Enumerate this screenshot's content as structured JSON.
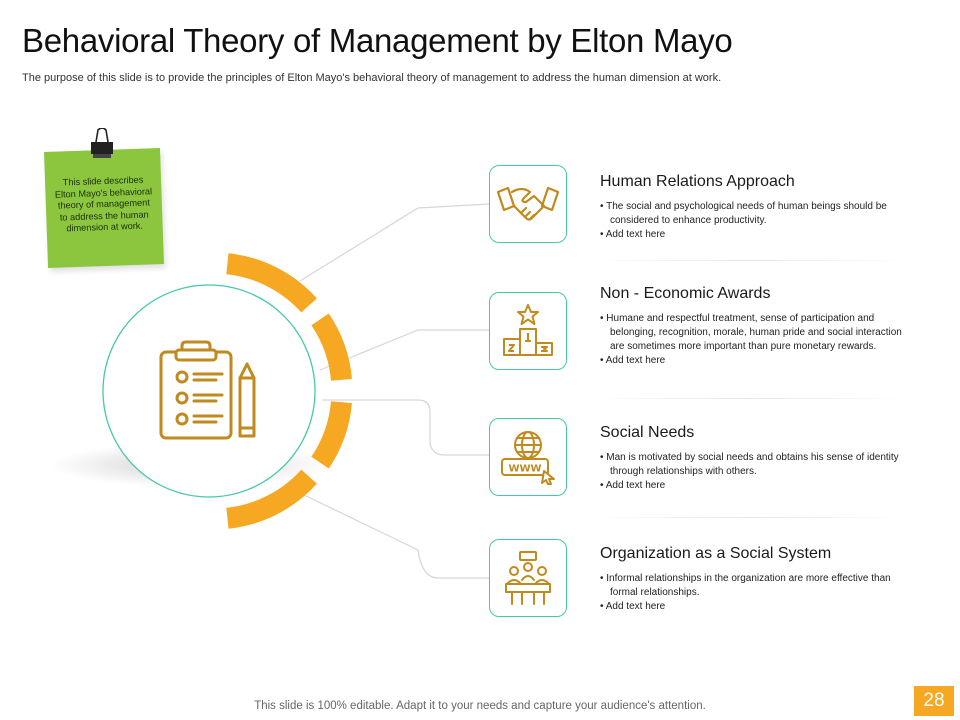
{
  "title": "Behavioral Theory of Management by Elton Mayo",
  "subtitle": "The purpose of this slide is to provide the principles of Elton Mayo's behavioral theory of management to address the human dimension at work.",
  "sticky_note": "This slide describes Elton Mayo's behavioral theory of management to address the human dimension at work.",
  "center_icon": "clipboard-checklist-pencil-icon",
  "items": [
    {
      "title": "Human Relations Approach",
      "icon": "handshake-icon",
      "bullets": [
        "The social and psychological needs of human beings should be considered to enhance productivity.",
        "Add text here"
      ]
    },
    {
      "title": "Non - Economic Awards",
      "icon": "podium-star-icon",
      "bullets": [
        "Humane and respectful treatment, sense of participation and belonging, recognition, morale, human pride and social interaction are sometimes more important than pure monetary rewards.",
        "Add text here"
      ]
    },
    {
      "title": "Social Needs",
      "icon": "globe-www-icon",
      "bullets": [
        "Man is motivated by social needs and obtains his sense of identity through relationships with others.",
        "Add text here"
      ]
    },
    {
      "title": "Organization as a Social System",
      "icon": "team-meeting-icon",
      "bullets": [
        "Informal relationships in the organization are more effective than formal relationships.",
        "Add text here"
      ]
    }
  ],
  "footer": "This slide is 100% editable. Adapt it to your needs and capture your audience's attention.",
  "page_number": "28",
  "colors": {
    "accent": "#f7a823",
    "note": "#8cc63f",
    "teal": "#46c9a6",
    "icon": "#c08a1e"
  }
}
